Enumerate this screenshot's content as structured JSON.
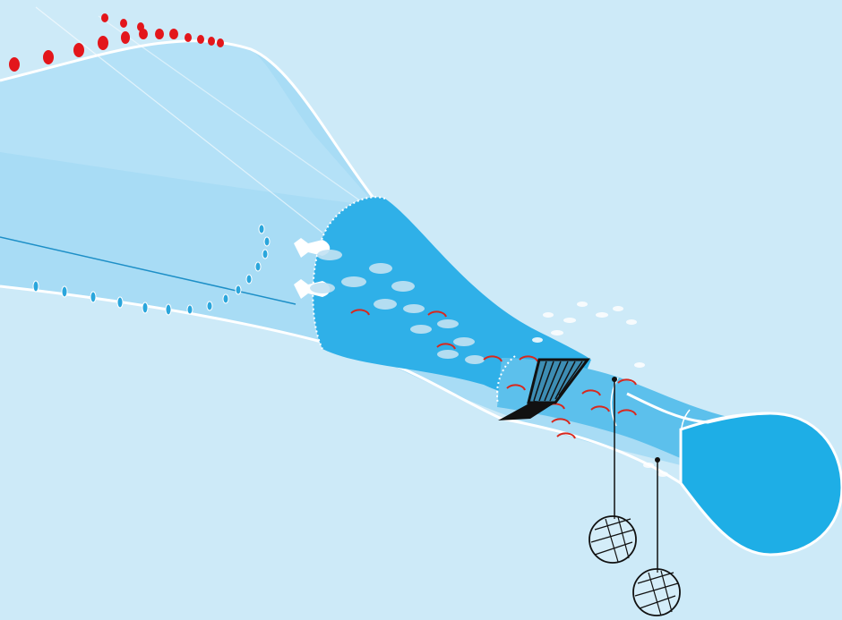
{
  "diagram": {
    "colors": {
      "background": "#cdeaf8",
      "net_light": "#a8dcf5",
      "net_mid": "#5cc0ec",
      "net_dark": "#2fb0e8",
      "codend": "#1eaee6",
      "outline": "#ffffff",
      "floats": "#e3161b",
      "fish": "#c2e2f3",
      "shrimp": "#d8281e",
      "grid_frame": "#111111",
      "grid_fill": "#3d8db3",
      "weight_line": "#111111"
    },
    "parts": [
      {
        "name": "headline-floats",
        "icon": "red-float-icon"
      },
      {
        "name": "footrope-bobbins",
        "icon": "bobbin-icon"
      },
      {
        "name": "net-body"
      },
      {
        "name": "escaping-fish",
        "icon": "fish-icon"
      },
      {
        "name": "shrimp-catch",
        "icon": "shrimp-icon"
      },
      {
        "name": "sorting-grid",
        "icon": "grid-icon"
      },
      {
        "name": "codend"
      },
      {
        "name": "weights",
        "icon": "net-weight-icon"
      }
    ]
  }
}
